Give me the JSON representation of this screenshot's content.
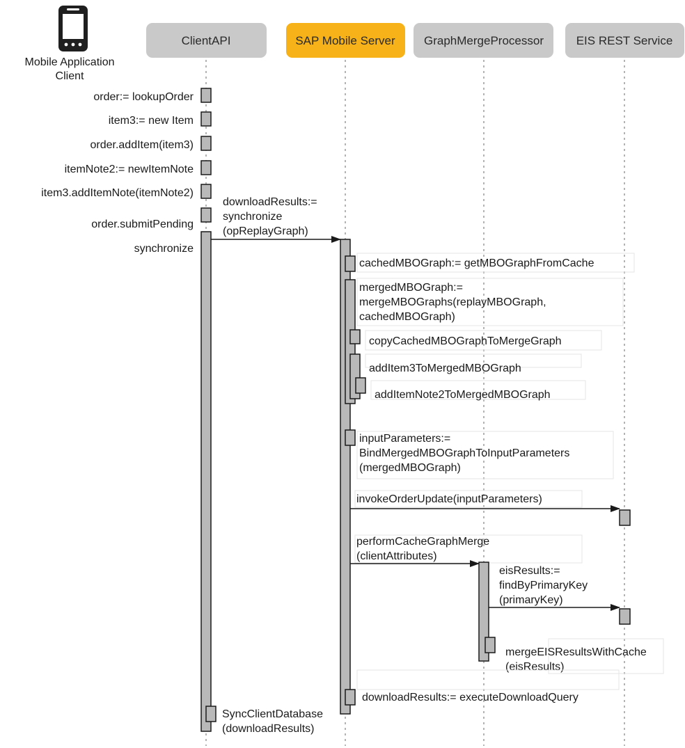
{
  "colors": {
    "header_gray": "#c9c9c9",
    "header_highlight": "#f7b21a",
    "activation_fill": "#b9b9b9"
  },
  "icons": {
    "client": "mobile-phone-icon"
  },
  "client": {
    "label_line1": "Mobile Application",
    "label_line2": "Client"
  },
  "lifelines": {
    "client_api": "ClientAPI",
    "sap_mobile_server": "SAP Mobile Server",
    "graph_merge_processor": "GraphMergeProcessor",
    "eis_rest_service": "EIS REST Service"
  },
  "client_calls": [
    "order:= lookupOrder",
    "item3:= new Item",
    "order.addItem(item3)",
    "itemNote2:= newItemNote",
    "item3.addItemNote(itemNote2)",
    "order.submitPending",
    "synchronize"
  ],
  "messages": {
    "download_results": [
      "downloadResults:=",
      "synchronize",
      "(opReplayGraph)"
    ],
    "cached_graph": "cachedMBOGraph:= getMBOGraphFromCache",
    "merged_graph": [
      "mergedMBOGraph:=",
      "mergeMBOGraphs(replayMBOGraph,",
      "cachedMBOGraph)"
    ],
    "copy_cached": "copyCachedMBOGraphToMergeGraph",
    "add_item3": "addItem3ToMergedMBOGraph",
    "add_item_note2": "addItemNote2ToMergedMBOGraph",
    "input_parameters": [
      "inputParameters:=",
      "BindMergedMBOGraphToInputParameters",
      "(mergedMBOGraph)"
    ],
    "invoke_order_update": "invokeOrderUpdate(inputParameters)",
    "perform_cache_merge": [
      "performCacheGraphMerge",
      "(clientAttributes)"
    ],
    "eis_results": [
      "eisResults:=",
      "findByPrimaryKey",
      "(primaryKey)"
    ],
    "merge_eis_results": [
      "mergeEISResultsWithCache",
      "(eisResults)"
    ],
    "execute_download": "downloadResults:= executeDownloadQuery",
    "sync_client_db": [
      "SyncClientDatabase",
      "(downloadResults)"
    ]
  }
}
